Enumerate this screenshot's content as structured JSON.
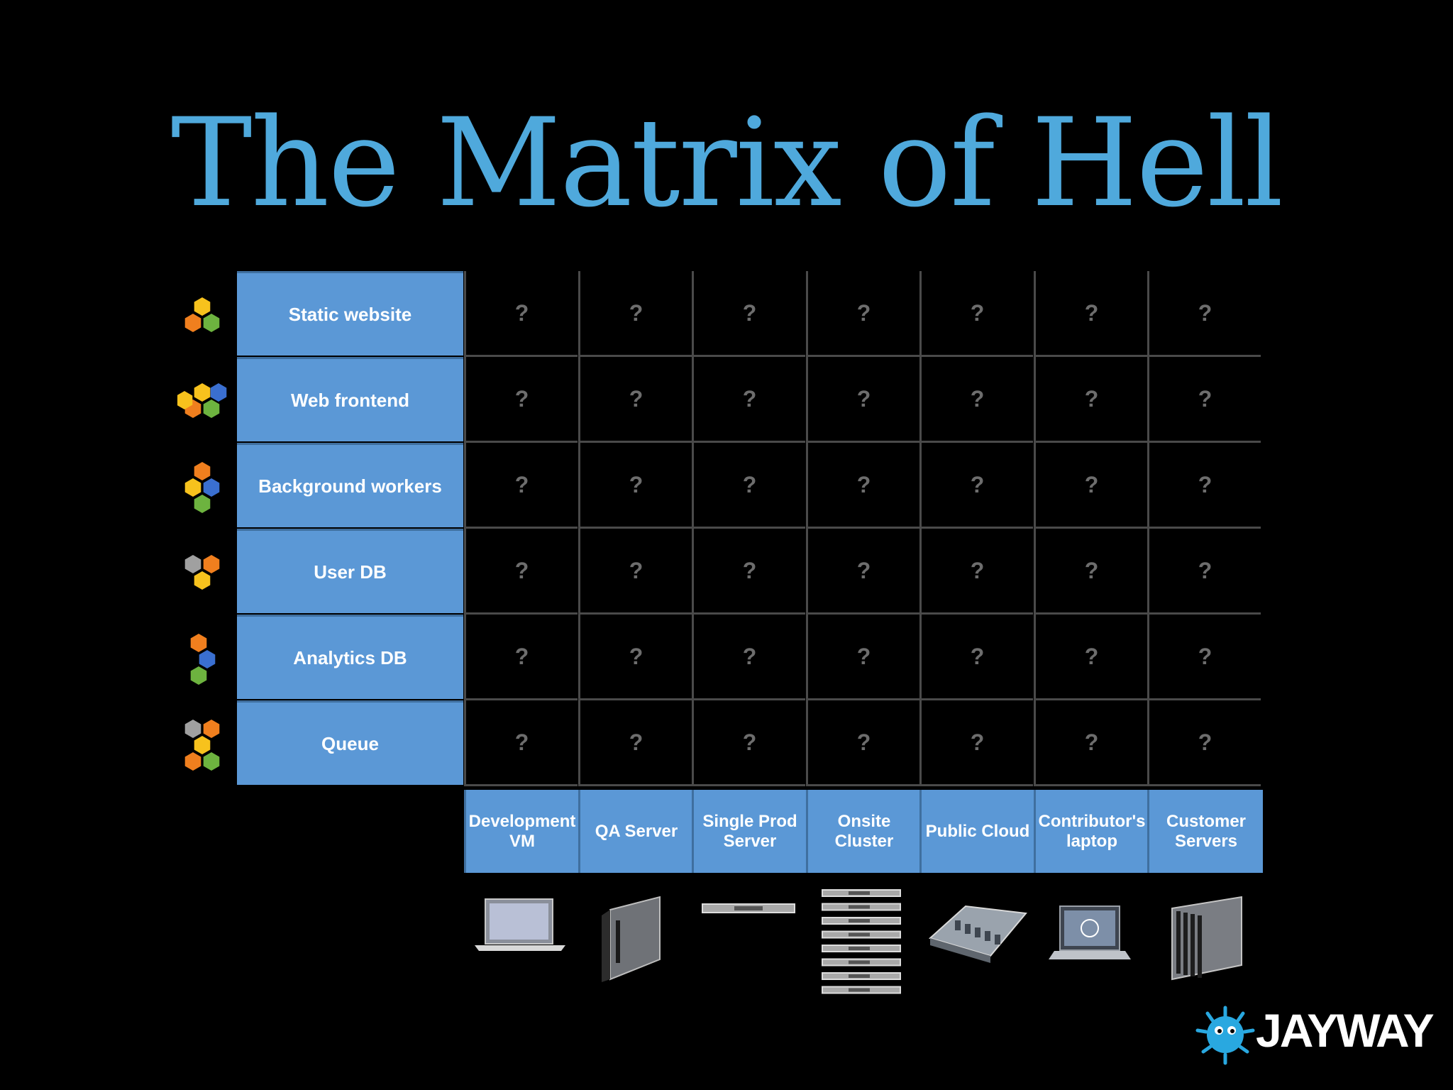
{
  "title": "The Matrix of Hell",
  "rows": [
    {
      "label": "Static website",
      "icon": "hexagon-cluster-icon"
    },
    {
      "label": "Web frontend",
      "icon": "hexagon-cluster-icon"
    },
    {
      "label": "Background workers",
      "icon": "hexagon-cluster-icon"
    },
    {
      "label": "User DB",
      "icon": "hexagon-cluster-icon"
    },
    {
      "label": "Analytics  DB",
      "icon": "hexagon-cluster-icon"
    },
    {
      "label": "Queue",
      "icon": "hexagon-cluster-icon"
    }
  ],
  "columns": [
    {
      "label": "Development\nVM",
      "icon": "laptop-icon"
    },
    {
      "label": "QA  Server",
      "icon": "blade-server-icon"
    },
    {
      "label": "Single Prod\nServer",
      "icon": "rack-server-icon"
    },
    {
      "label": "Onsite\nCluster",
      "icon": "server-stack-icon"
    },
    {
      "label": "Public Cloud",
      "icon": "server-board-icon"
    },
    {
      "label": "Contributor's\nlaptop",
      "icon": "dell-laptop-icon"
    },
    {
      "label": "Customer\nServers",
      "icon": "blade-chassis-icon"
    }
  ],
  "cell_value": "?",
  "logo": {
    "text": "JAYWAY",
    "icon": "pufferfish-icon"
  },
  "colors": {
    "title": "#4fa9dc",
    "label_bg": "#5b98d6",
    "grid_line": "#4a4a4a",
    "hex_orange": "#f07f1e",
    "hex_yellow": "#f7c21d",
    "hex_green": "#6db33f",
    "hex_blue": "#3a6fd0",
    "hex_gray": "#a0a0a0"
  }
}
